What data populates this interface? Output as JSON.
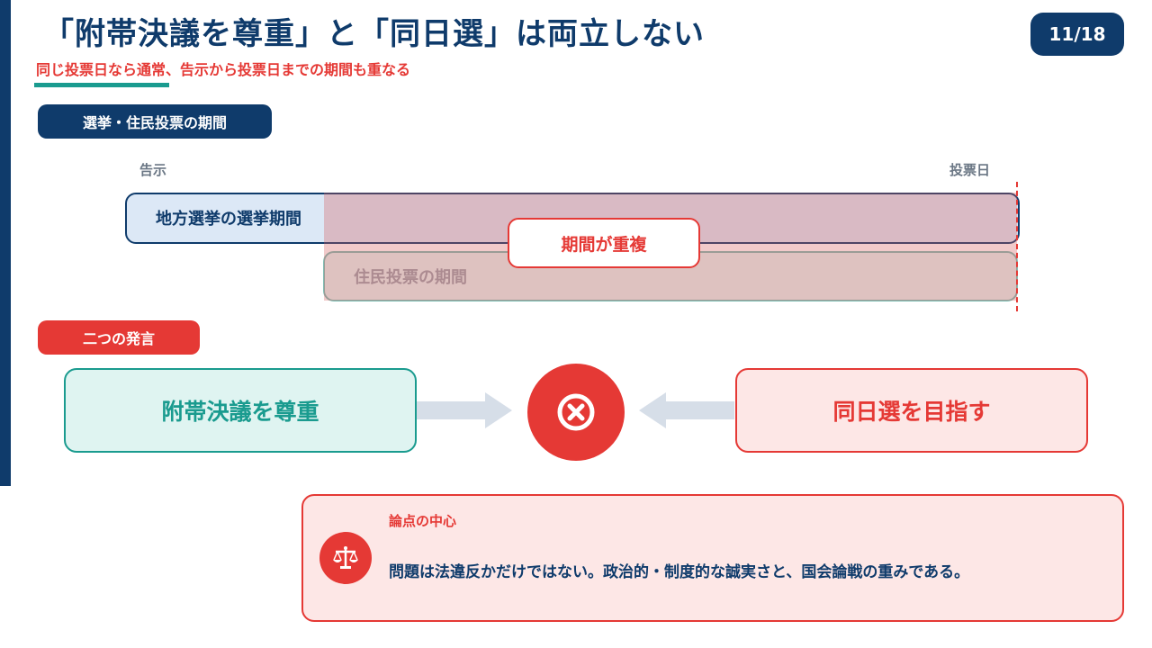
{
  "header": {
    "title": "「附帯決議を尊重」と「同日選」は両立しない",
    "subtitle": "同じ投票日なら通常、告示から投票日までの期間も重なる",
    "page_number": "11/18"
  },
  "timeline": {
    "section_label": "選挙・住民投票の期間",
    "start_label": "告示",
    "end_label": "投票日",
    "local_election_label": "地方選挙の選挙期間",
    "referendum_label": "住民投票の期間",
    "overlap_label": "期間が重複"
  },
  "statements": {
    "section_label": "二つの発言",
    "left": "附帯決議を尊重",
    "right": "同日選を目指す",
    "conflict_icon": "circle-x-icon"
  },
  "note": {
    "icon": "scales-icon",
    "title": "論点の中心",
    "body": "問題は法違反かだけではない。政治的・制度的な誠実さと、国会論戦の重みである。"
  },
  "colors": {
    "navy": "#0f3b6b",
    "red": "#e53935",
    "teal": "#1a9b8f"
  }
}
